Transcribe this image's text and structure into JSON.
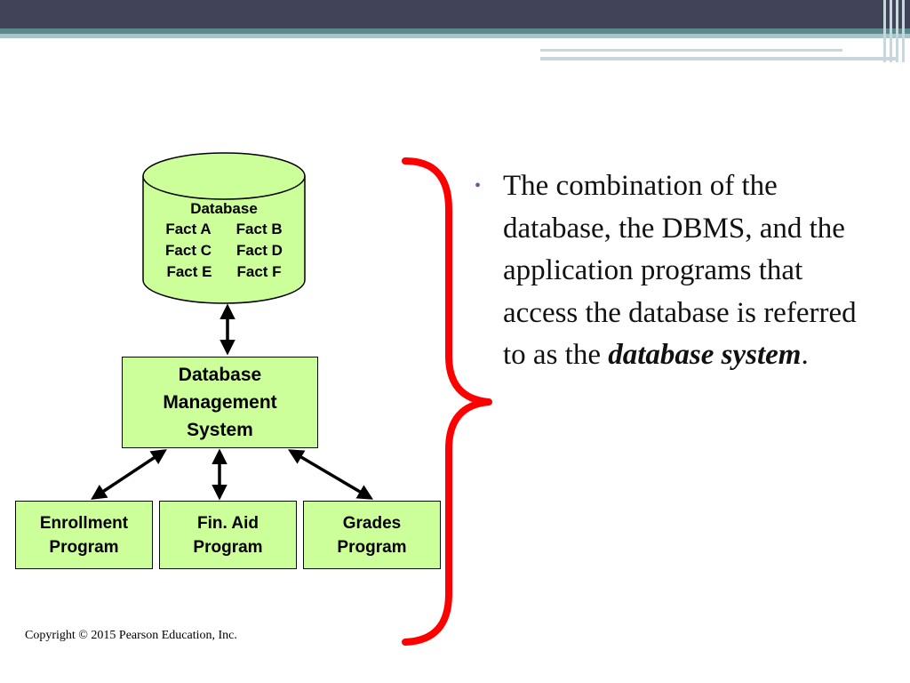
{
  "slide": {
    "header_colors": {
      "dark": "#414458",
      "teal": "#5a8a8e",
      "light": "#c7d8dc"
    }
  },
  "diagram": {
    "database": {
      "title": "Database",
      "facts": [
        [
          "Fact A",
          "Fact B"
        ],
        [
          "Fact C",
          "Fact D"
        ],
        [
          "Fact E",
          "Fact F"
        ]
      ]
    },
    "dbms_label": "Database\nManagement\nSystem",
    "programs": [
      {
        "label": "Enrollment\nProgram"
      },
      {
        "label": "Fin. Aid\nProgram"
      },
      {
        "label": "Grades\nProgram"
      }
    ],
    "colors": {
      "box_fill": "#ccff99",
      "brace": "#ff0000",
      "line": "#000000"
    }
  },
  "bullet": {
    "text_before": "The combination of the database, the DBMS, and the application programs that access the database is referred to as the ",
    "emphasis": "database system",
    "text_after": ".",
    "marker_color": "#7a4f9a"
  },
  "footer": {
    "copyright": "Copyright © 2015 Pearson Education, Inc."
  }
}
